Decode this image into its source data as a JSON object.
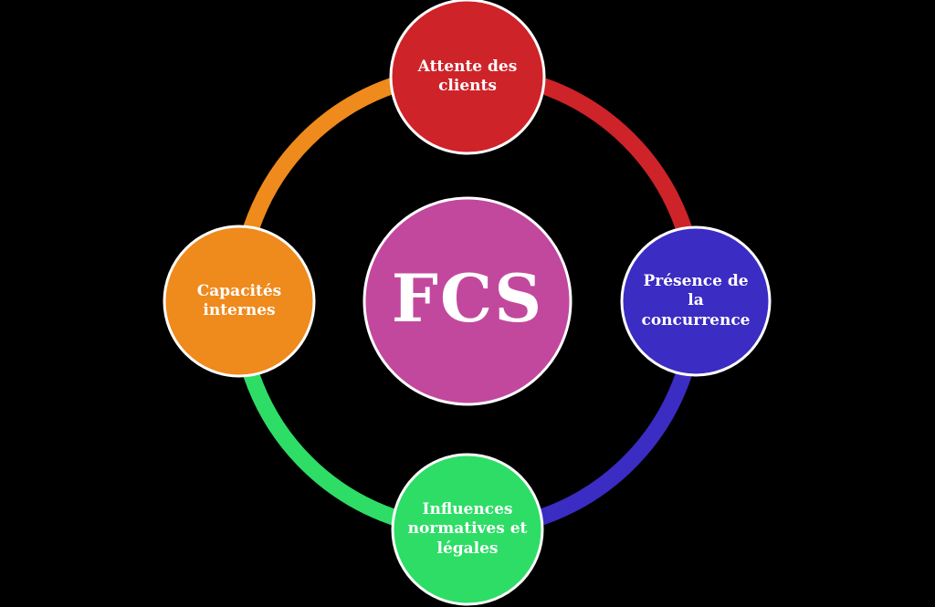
{
  "diagram": {
    "title": "FCS factors diagram",
    "background_color": "#000000",
    "text_color": "#ffffff",
    "center": {
      "label": "FCS",
      "color": "#c2489e"
    },
    "nodes": {
      "top": {
        "label": "Attente des clients",
        "color": "#ce2329"
      },
      "right": {
        "label": "Présence de la concurrence",
        "color": "#3b2cc3"
      },
      "bottom": {
        "label": "Influences normatives et légales",
        "color": "#2edd66"
      },
      "left": {
        "label": "Capacités internes",
        "color": "#ef8a1c"
      }
    },
    "arcs": {
      "top_left": {
        "color": "#ef8a1c"
      },
      "top_right": {
        "color": "#ce2329"
      },
      "bottom_right": {
        "color": "#3b2cc3"
      },
      "bottom_left": {
        "color": "#2edd66"
      }
    },
    "node_border_color": "#ffffff"
  }
}
